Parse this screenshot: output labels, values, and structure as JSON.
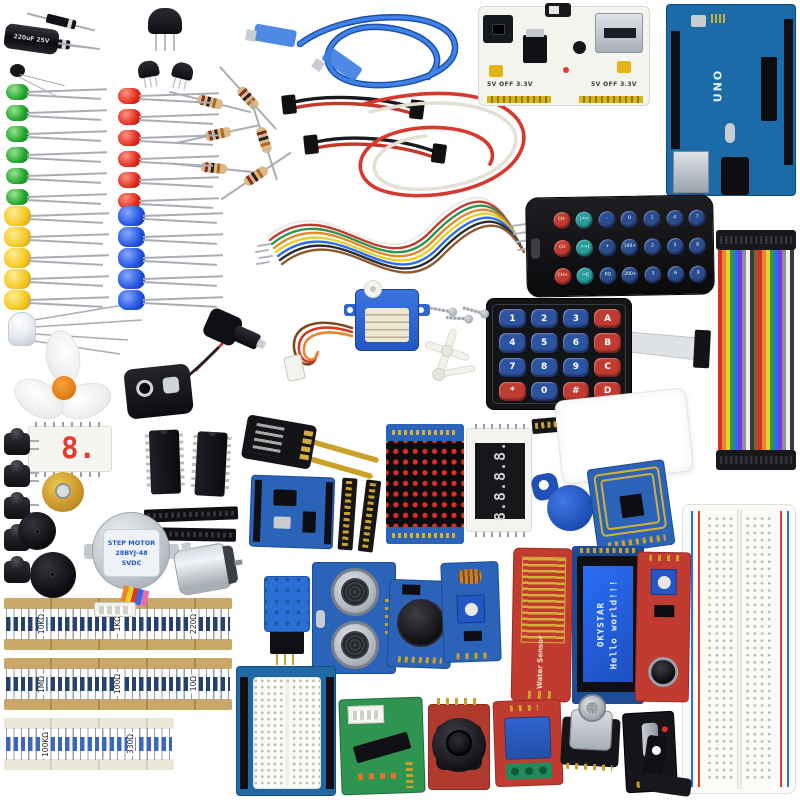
{
  "texts": {
    "capacitor_label": "220uF 25V",
    "power_left": "5V OFF 3.3V",
    "power_right": "5V OFF 3.3V",
    "arduino_model": "UNO",
    "stepper_line1": "STEP MOTOR",
    "stepper_line2": "28BYJ-48",
    "stepper_line3": "5VDC",
    "seven_segment_single": "8.",
    "seven_segment_quad": "8.8.8.8.",
    "lcd_line1": "OKYSTAR",
    "lcd_line2": "Hello world!!!",
    "water_sensor_label": "Water Sensor"
  },
  "remote": {
    "buttons": [
      {
        "label": "CH-",
        "color": "#c23b30"
      },
      {
        "label": "CH",
        "color": "#c23b30"
      },
      {
        "label": "CH+",
        "color": "#c23b30"
      },
      {
        "label": "|<<",
        "color": "#2a9d9b"
      },
      {
        "label": ">>|",
        "color": "#2a9d9b"
      },
      {
        "label": ">||",
        "color": "#2a9d9b"
      },
      {
        "label": "-",
        "color": "#2b4d8f"
      },
      {
        "label": "+",
        "color": "#2b4d8f"
      },
      {
        "label": "EQ",
        "color": "#2b4d8f"
      },
      {
        "label": "0",
        "color": "#2b4d8f"
      },
      {
        "label": "100+",
        "color": "#2b4d8f"
      },
      {
        "label": "200+",
        "color": "#2b4d8f"
      },
      {
        "label": "1",
        "color": "#2b4d8f"
      },
      {
        "label": "2",
        "color": "#2b4d8f"
      },
      {
        "label": "3",
        "color": "#2b4d8f"
      },
      {
        "label": "4",
        "color": "#2b4d8f"
      },
      {
        "label": "5",
        "color": "#2b4d8f"
      },
      {
        "label": "6",
        "color": "#2b4d8f"
      },
      {
        "label": "7",
        "color": "#2b4d8f"
      },
      {
        "label": "8",
        "color": "#2b4d8f"
      },
      {
        "label": "9",
        "color": "#2b4d8f"
      }
    ]
  },
  "keypad": {
    "keys": [
      {
        "label": "1",
        "color": "#2c53a0"
      },
      {
        "label": "2",
        "color": "#2c53a0"
      },
      {
        "label": "3",
        "color": "#2c53a0"
      },
      {
        "label": "A",
        "color": "#c23b30"
      },
      {
        "label": "4",
        "color": "#2c53a0"
      },
      {
        "label": "5",
        "color": "#2c53a0"
      },
      {
        "label": "6",
        "color": "#2c53a0"
      },
      {
        "label": "B",
        "color": "#c23b30"
      },
      {
        "label": "7",
        "color": "#2c53a0"
      },
      {
        "label": "8",
        "color": "#2c53a0"
      },
      {
        "label": "9",
        "color": "#2c53a0"
      },
      {
        "label": "C",
        "color": "#c23b30"
      },
      {
        "label": "*",
        "color": "#c23b30"
      },
      {
        "label": "0",
        "color": "#2c53a0"
      },
      {
        "label": "#",
        "color": "#c23b30"
      },
      {
        "label": "D",
        "color": "#c23b30"
      }
    ]
  },
  "resistor_rows": {
    "row1": [
      "10KΩ",
      "1KΩ",
      "220Ω"
    ],
    "row2": [
      "1MΩ",
      "100Ω",
      "10Ω"
    ],
    "row3": [
      "100KΩ",
      "330Ω"
    ]
  }
}
